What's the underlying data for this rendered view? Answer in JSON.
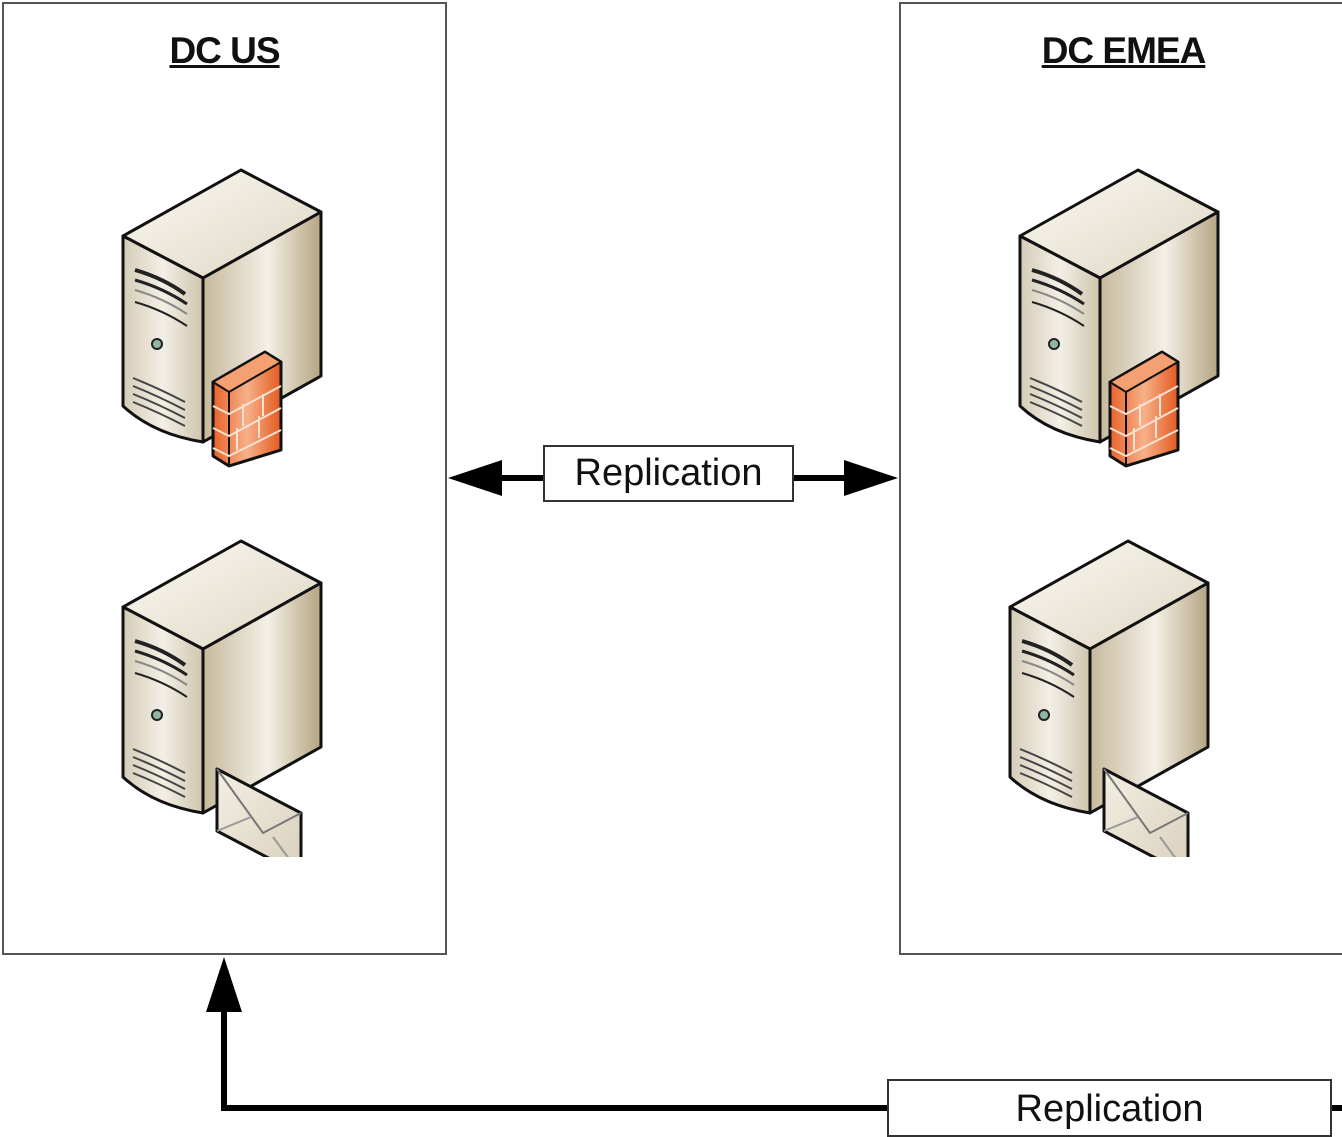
{
  "datacenters": [
    {
      "id": "us",
      "title": "DC US",
      "servers": [
        "firewall-server-icon",
        "mail-server-icon"
      ]
    },
    {
      "id": "emea",
      "title": "DC EMEA",
      "servers": [
        "firewall-server-icon",
        "mail-server-icon"
      ]
    }
  ],
  "links": [
    {
      "label": "Replication",
      "from": "DC US",
      "to": "DC EMEA",
      "direction": "bidirectional"
    },
    {
      "label": "Replication",
      "from": "DC EMEA",
      "to": "DC US",
      "direction": "one-way"
    }
  ],
  "colors": {
    "box_border": "#555555",
    "arrow": "#000000",
    "firewall": "#f07a33",
    "server_body": "#d9d0bc"
  }
}
